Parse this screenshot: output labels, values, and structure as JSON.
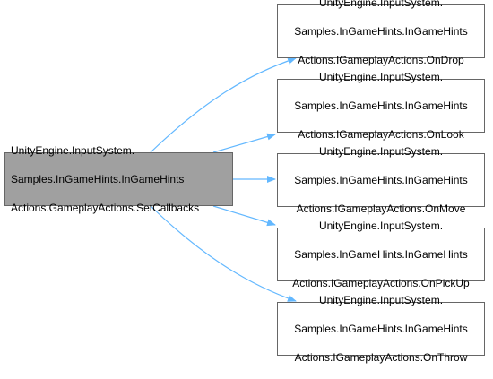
{
  "colors": {
    "edge": "#63b8ff",
    "source_fill": "#a0a0a0",
    "target_fill": "#ffffff",
    "border": "#666666"
  },
  "source": {
    "line1": "UnityEngine.InputSystem.",
    "line2": "Samples.InGameHints.InGameHints",
    "line3": "Actions.GameplayActions.SetCallbacks"
  },
  "targets": [
    {
      "line1": "UnityEngine.InputSystem.",
      "line2": "Samples.InGameHints.InGameHints",
      "line3": "Actions.IGameplayActions.OnDrop"
    },
    {
      "line1": "UnityEngine.InputSystem.",
      "line2": "Samples.InGameHints.InGameHints",
      "line3": "Actions.IGameplayActions.OnLook"
    },
    {
      "line1": "UnityEngine.InputSystem.",
      "line2": "Samples.InGameHints.InGameHints",
      "line3": "Actions.IGameplayActions.OnMove"
    },
    {
      "line1": "UnityEngine.InputSystem.",
      "line2": "Samples.InGameHints.InGameHints",
      "line3": "Actions.IGameplayActions.OnPickUp"
    },
    {
      "line1": "UnityEngine.InputSystem.",
      "line2": "Samples.InGameHints.InGameHints",
      "line3": "Actions.IGameplayActions.OnThrow"
    }
  ]
}
